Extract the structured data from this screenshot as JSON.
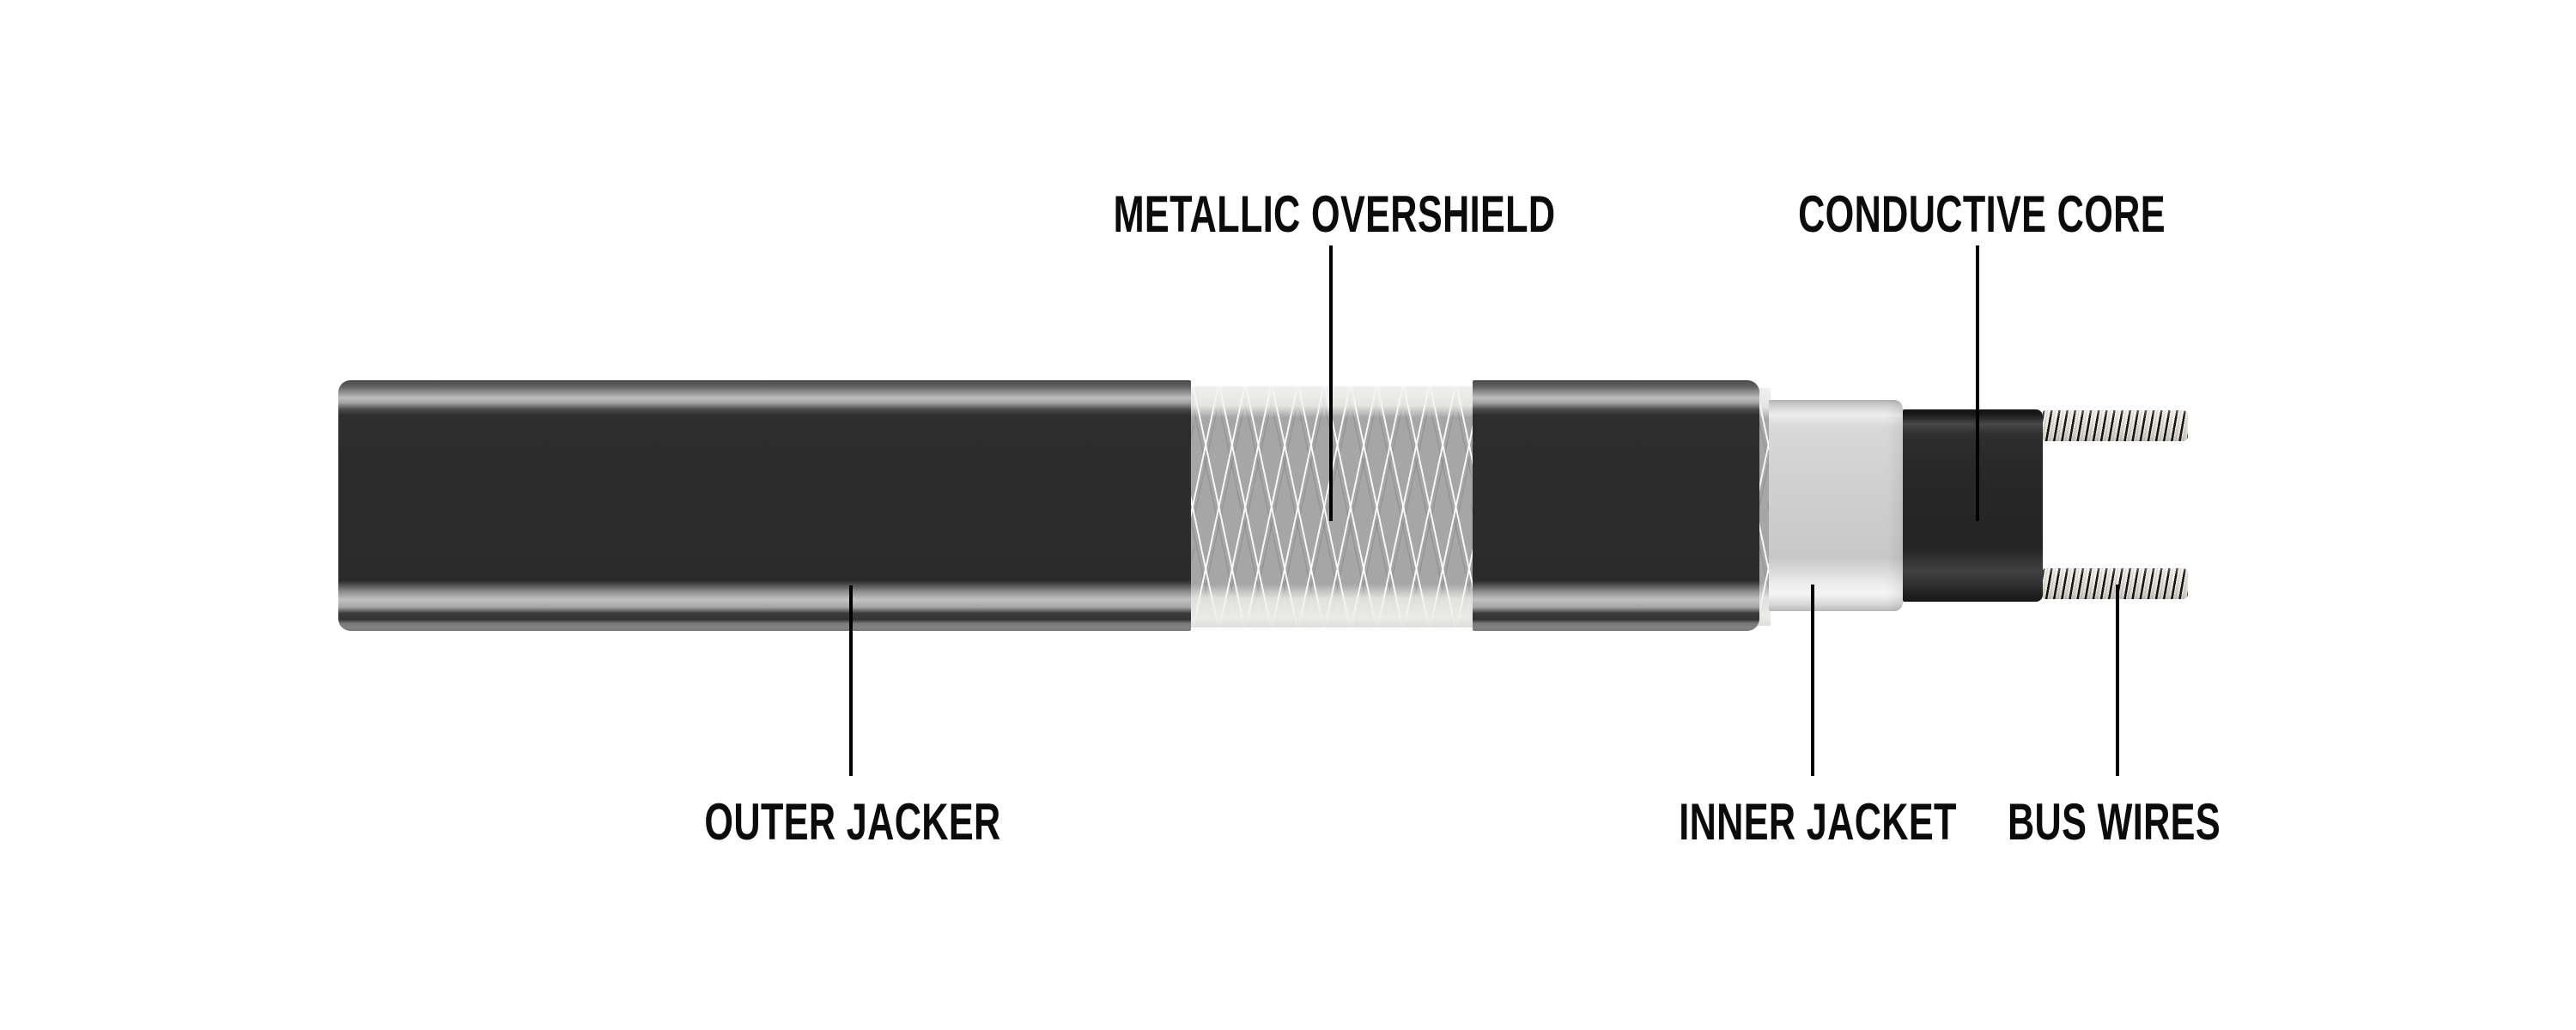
{
  "diagram": {
    "type": "heating-cable-cutaway",
    "parts": [
      {
        "id": "outer_jacket",
        "label": "OUTER JACKER",
        "color": "#2b2b2b"
      },
      {
        "id": "metallic_overshield",
        "label": "METALLIC OVERSHIELD",
        "color": "#a6a6a6"
      },
      {
        "id": "inner_jacket",
        "label": "INNER JACKET",
        "color": "#d0d0d0"
      },
      {
        "id": "conductive_core",
        "label": "CONDUCTIVE CORE",
        "color": "#262626"
      },
      {
        "id": "bus_wires",
        "label": "BUS WIRES",
        "color": "#ebe8e0"
      }
    ],
    "colors": {
      "background": "#ffffff",
      "label": "#0b0b0b",
      "leader": "#000000"
    }
  }
}
